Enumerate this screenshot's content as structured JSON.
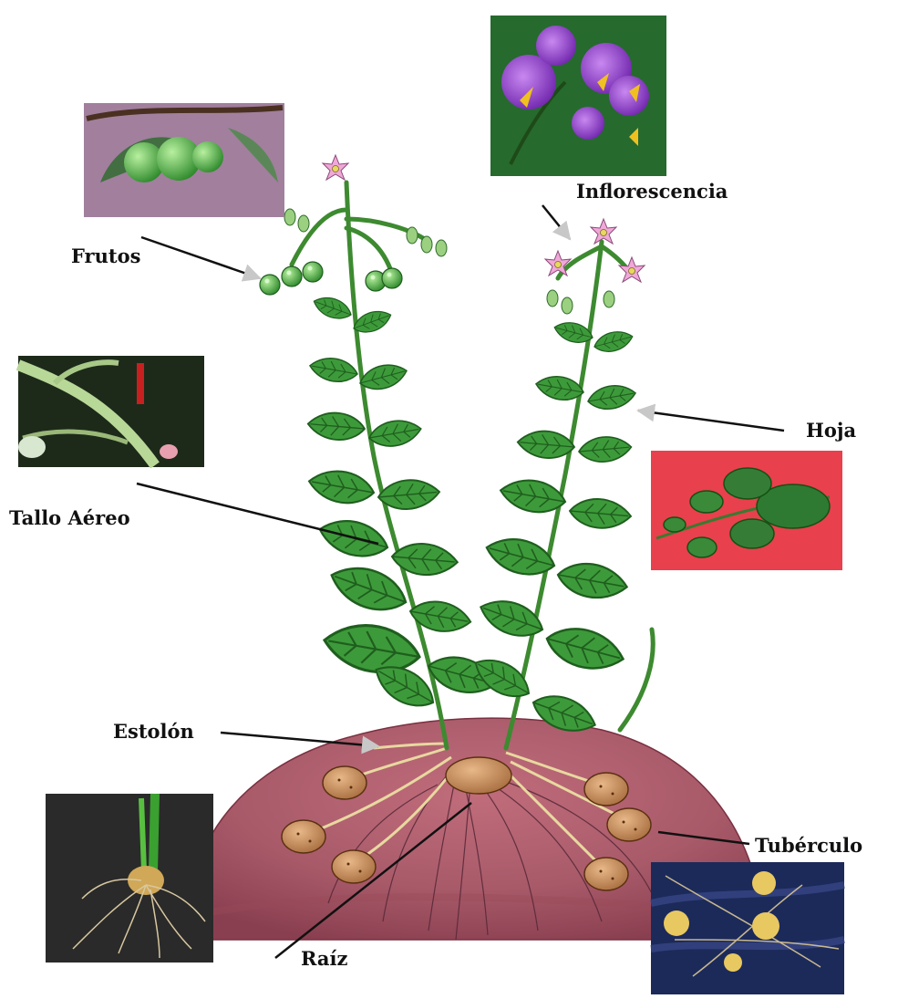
{
  "labels": {
    "inflorescencia": "Inflorescencia",
    "frutos": "Frutos",
    "hoja": "Hoja",
    "tallo_aereo": "Tallo Aéreo",
    "estolon": "Estolón",
    "tuberculo": "Tubérculo",
    "raiz": "Raíz"
  },
  "colors": {
    "soil": "#a85a69",
    "leaf": "#3d9a3a",
    "leaf_dark": "#1f5e1e",
    "flower": "#f0a8d8",
    "fruit": "#5cc84e",
    "tuber": "#c99060",
    "photo_red_bg": "#e8404c",
    "photo_purple": "#9b3fd6"
  },
  "icons": {
    "arrow": "arrow-icon"
  }
}
